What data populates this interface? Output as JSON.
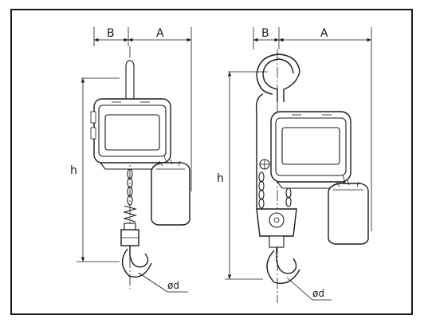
{
  "labels": {
    "left_b": "B",
    "left_a": "A",
    "left_h": "h",
    "left_d": "ød",
    "right_b": "B",
    "right_a": "A",
    "right_h": "h",
    "right_d": "ød"
  }
}
